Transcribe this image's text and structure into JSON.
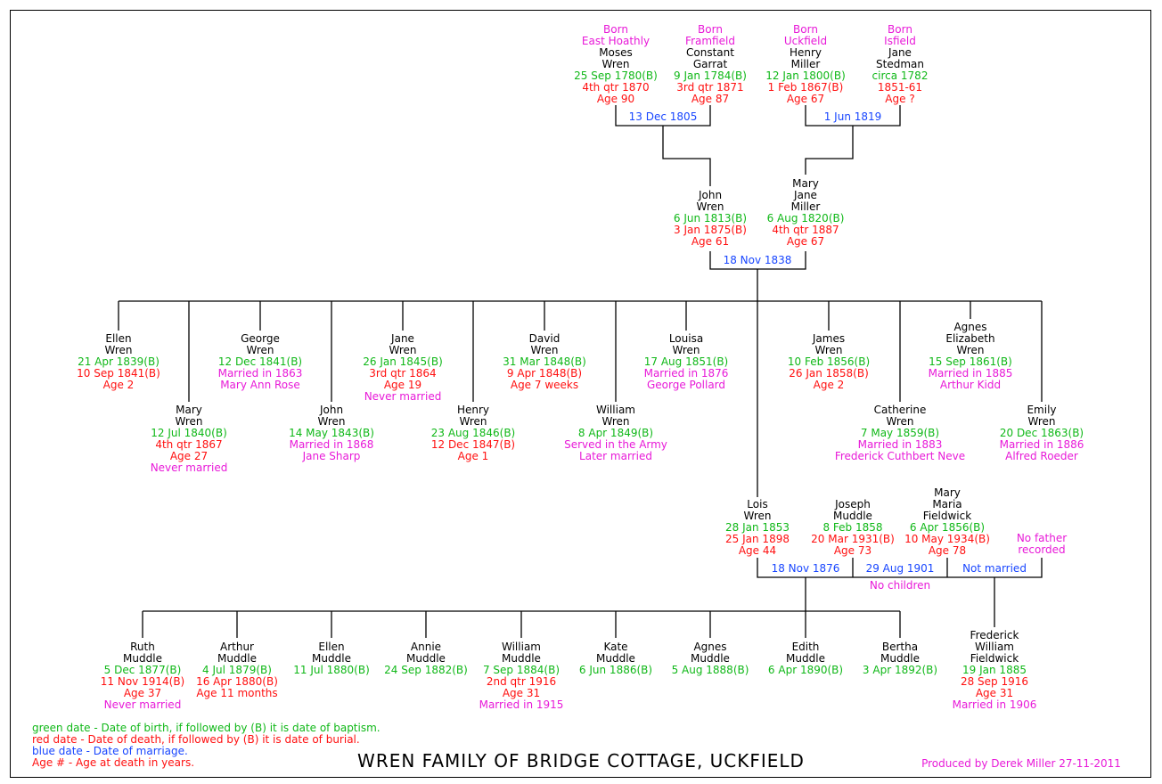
{
  "colors": {
    "birth": "#10b818",
    "death": "#ff1010",
    "marriage": "#1846ff",
    "note": "#e81ad8",
    "name": "#000000"
  },
  "title": "WREN FAMILY OF BRIDGE COTTAGE, UCKFIELD",
  "credit": "Produced by Derek Miller 27-11-2011",
  "legend": [
    {
      "text": "green date - Date of birth, if followed by (B) it is date of baptism.",
      "color": "#10b818"
    },
    {
      "text": "red date - Date of death, if followed by (B) it is date of burial.",
      "color": "#ff1010"
    },
    {
      "text": "blue date - Date of marriage.",
      "color": "#1846ff"
    },
    {
      "text": "Age # - Age at death in years.",
      "color": "#ff1010"
    }
  ],
  "marriages": {
    "m_moses": "13 Dec 1805",
    "m_henry": "1 Jun 1819",
    "m_john": "18 Nov 1838",
    "m_lois": "18 Nov 1876",
    "m_joseph": "29 Aug 1901",
    "m_lois2": "Not married"
  },
  "notes": {
    "no_children": "No children",
    "no_father": [
      "No father",
      "recorded"
    ]
  },
  "people": {
    "moses": {
      "born": [
        "Born",
        "East Hoathly"
      ],
      "name": [
        "Moses",
        "Wren"
      ],
      "birth": [
        "25 Sep 1780(B)"
      ],
      "death": [
        "4th qtr 1870",
        "Age 90"
      ],
      "note": []
    },
    "constant": {
      "born": [
        "Born",
        "Framfield"
      ],
      "name": [
        "Constant",
        "Garrat"
      ],
      "birth": [
        "9 Jan 1784(B)"
      ],
      "death": [
        "3rd qtr 1871",
        "Age 87"
      ],
      "note": []
    },
    "henry_m": {
      "born": [
        "Born",
        "Uckfield"
      ],
      "name": [
        "Henry",
        "Miller"
      ],
      "birth": [
        "12 Jan 1800(B)"
      ],
      "death": [
        "1 Feb 1867(B)",
        "Age 67"
      ],
      "note": []
    },
    "jane_s": {
      "born": [
        "Born",
        "Isfield"
      ],
      "name": [
        "Jane",
        "Stedman"
      ],
      "birth": [
        "circa 1782"
      ],
      "death": [
        "1851-61",
        "Age ?"
      ],
      "note": []
    },
    "john": {
      "born": [],
      "name": [
        "John",
        "Wren"
      ],
      "birth": [
        "6 Jun 1813(B)"
      ],
      "death": [
        "3 Jan 1875(B)",
        "Age 61"
      ],
      "note": []
    },
    "maryjane": {
      "born": [],
      "name": [
        "Mary",
        "Jane",
        "Miller"
      ],
      "birth": [
        "6 Aug 1820(B)"
      ],
      "death": [
        "4th qtr 1887",
        "Age 67"
      ],
      "note": []
    },
    "ellen": {
      "born": [],
      "name": [
        "Ellen",
        "Wren"
      ],
      "birth": [
        "21 Apr 1839(B)"
      ],
      "death": [
        "10 Sep 1841(B)",
        "Age 2"
      ],
      "note": []
    },
    "mary": {
      "born": [],
      "name": [
        "Mary",
        "Wren"
      ],
      "birth": [
        "12 Jul 1840(B)"
      ],
      "death": [
        "4th qtr 1867",
        "Age 27"
      ],
      "note": [
        "Never married"
      ]
    },
    "george": {
      "born": [],
      "name": [
        "George",
        "Wren"
      ],
      "birth": [
        "12 Dec 1841(B)"
      ],
      "death": [],
      "note": [
        "Married in 1863",
        "Mary Ann Rose"
      ]
    },
    "john2": {
      "born": [],
      "name": [
        "John",
        "Wren"
      ],
      "birth": [
        "14 May 1843(B)"
      ],
      "death": [],
      "note": [
        "Married in 1868",
        "Jane Sharp"
      ]
    },
    "jane": {
      "born": [],
      "name": [
        "Jane",
        "Wren"
      ],
      "birth": [
        "26 Jan 1845(B)"
      ],
      "death": [
        "3rd qtr 1864",
        "Age 19"
      ],
      "note": [
        "Never married"
      ]
    },
    "henry": {
      "born": [],
      "name": [
        "Henry",
        "Wren"
      ],
      "birth": [
        "23 Aug 1846(B)"
      ],
      "death": [
        "12 Dec 1847(B)",
        "Age 1"
      ],
      "note": []
    },
    "david": {
      "born": [],
      "name": [
        "David",
        "Wren"
      ],
      "birth": [
        "31 Mar 1848(B)"
      ],
      "death": [
        "9 Apr 1848(B)",
        "Age 7 weeks"
      ],
      "note": []
    },
    "william": {
      "born": [],
      "name": [
        "William",
        "Wren"
      ],
      "birth": [
        "8 Apr 1849(B)"
      ],
      "death": [],
      "note": [
        "Served in the Army",
        "Later married"
      ]
    },
    "louisa": {
      "born": [],
      "name": [
        "Louisa",
        "Wren"
      ],
      "birth": [
        "17 Aug 1851(B)"
      ],
      "death": [],
      "note": [
        "Married in 1876",
        "George Pollard"
      ]
    },
    "james": {
      "born": [],
      "name": [
        "James",
        "Wren"
      ],
      "birth": [
        "10 Feb 1856(B)"
      ],
      "death": [
        "26 Jan 1858(B)",
        "Age 2"
      ],
      "note": []
    },
    "catherine": {
      "born": [],
      "name": [
        "Catherine",
        "Wren"
      ],
      "birth": [
        "7 May 1859(B)"
      ],
      "death": [],
      "note": [
        "Married in 1883",
        "Frederick Cuthbert Neve"
      ]
    },
    "agnes": {
      "born": [],
      "name": [
        "Agnes",
        "Elizabeth",
        "Wren"
      ],
      "birth": [
        "15 Sep 1861(B)"
      ],
      "death": [],
      "note": [
        "Married in 1885",
        "Arthur Kidd"
      ]
    },
    "emily": {
      "born": [],
      "name": [
        "Emily",
        "Wren"
      ],
      "birth": [
        "20 Dec 1863(B)"
      ],
      "death": [],
      "note": [
        "Married in 1886",
        "Alfred Roeder"
      ]
    },
    "lois": {
      "born": [],
      "name": [
        "Lois",
        "Wren"
      ],
      "birth": [
        "28 Jan 1853"
      ],
      "death": [
        "25 Jan 1898",
        "Age 44"
      ],
      "note": []
    },
    "joseph": {
      "born": [],
      "name": [
        "Joseph",
        "Muddle"
      ],
      "birth": [
        "8 Feb 1858"
      ],
      "death": [
        "20 Mar 1931(B)",
        "Age 73"
      ],
      "note": []
    },
    "marymaria": {
      "born": [],
      "name": [
        "Mary",
        "Maria",
        "Fieldwick"
      ],
      "birth": [
        "6 Apr 1856(B)"
      ],
      "death": [
        "10 May 1934(B)",
        "Age 78"
      ],
      "note": []
    },
    "ruth": {
      "born": [],
      "name": [
        "Ruth",
        "Muddle"
      ],
      "birth": [
        "5 Dec 1877(B)"
      ],
      "death": [
        "11 Nov 1914(B)",
        "Age 37"
      ],
      "note": [
        "Never married"
      ]
    },
    "arthur": {
      "born": [],
      "name": [
        "Arthur",
        "Muddle"
      ],
      "birth": [
        "4 Jul 1879(B)"
      ],
      "death": [
        "16 Apr 1880(B)",
        "Age 11 months"
      ],
      "note": []
    },
    "ellen2": {
      "born": [],
      "name": [
        "Ellen",
        "Muddle"
      ],
      "birth": [
        "11 Jul 1880(B)"
      ],
      "death": [],
      "note": []
    },
    "annie": {
      "born": [],
      "name": [
        "Annie",
        "Muddle"
      ],
      "birth": [
        "24 Sep 1882(B)"
      ],
      "death": [],
      "note": []
    },
    "william2": {
      "born": [],
      "name": [
        "William",
        "Muddle"
      ],
      "birth": [
        "7 Sep 1884(B)"
      ],
      "death": [
        "2nd qtr 1916",
        "Age 31"
      ],
      "note": [
        "Married in 1915"
      ]
    },
    "kate": {
      "born": [],
      "name": [
        "Kate",
        "Muddle"
      ],
      "birth": [
        "6 Jun 1886(B)"
      ],
      "death": [],
      "note": []
    },
    "agnes2": {
      "born": [],
      "name": [
        "Agnes",
        "Muddle"
      ],
      "birth": [
        "5 Aug 1888(B)"
      ],
      "death": [],
      "note": []
    },
    "edith": {
      "born": [],
      "name": [
        "Edith",
        "Muddle"
      ],
      "birth": [
        "6 Apr 1890(B)"
      ],
      "death": [],
      "note": []
    },
    "bertha": {
      "born": [],
      "name": [
        "Bertha",
        "Muddle"
      ],
      "birth": [
        "3 Apr 1892(B)"
      ],
      "death": [],
      "note": []
    },
    "frederick": {
      "born": [],
      "name": [
        "Frederick",
        "William",
        "Fieldwick"
      ],
      "birth": [
        "19 Jan 1885"
      ],
      "death": [
        "28 Sep 1916",
        "Age 31"
      ],
      "note": [
        "Married in 1906"
      ]
    }
  }
}
